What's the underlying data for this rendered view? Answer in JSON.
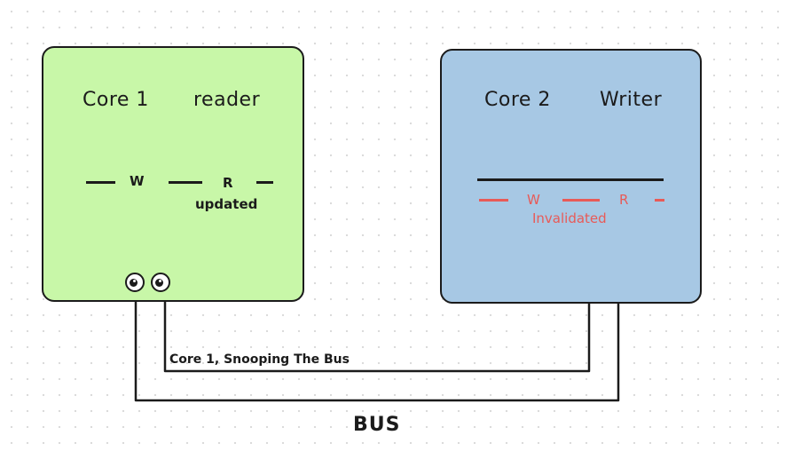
{
  "core1": {
    "name": "Core 1",
    "role": "reader",
    "w_label": "W",
    "r_label": "R",
    "status": "updated"
  },
  "core2": {
    "name": "Core 2",
    "role": "Writer",
    "w_label": "W",
    "r_label": "R",
    "status": "Invalidated"
  },
  "snoop_label": "Core 1, Snooping The Bus",
  "bus_label": "BUS",
  "colors": {
    "core1_fill": "#c8f7a8",
    "core2_fill": "#a7c8e4",
    "invalidated": "#e85a57",
    "stroke": "#1b1b1b"
  }
}
